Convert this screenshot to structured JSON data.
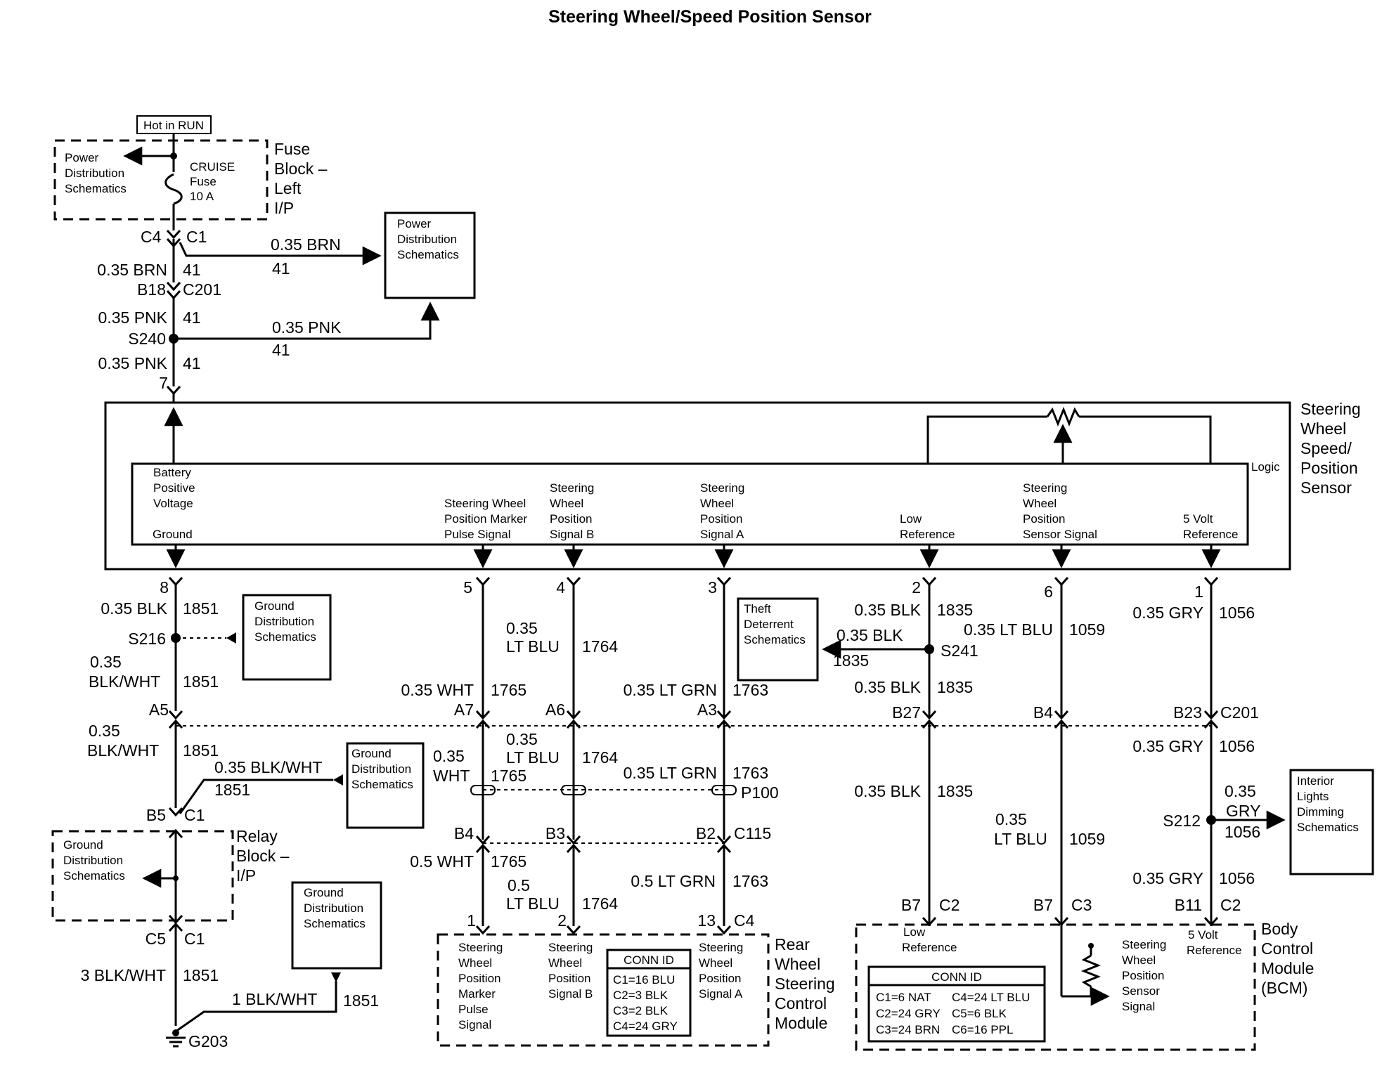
{
  "title": "Steering Wheel/Speed Position Sensor",
  "fuse_block": {
    "hot_in_run": "Hot in RUN",
    "name_lines": [
      "Fuse",
      "Block –",
      "Left",
      "I/P"
    ],
    "power_dist_lines": [
      "Power",
      "Distribution",
      "Schematics"
    ],
    "fuse_lines": [
      "CRUISE",
      "Fuse",
      "10 A"
    ],
    "conn_left": "C4",
    "conn_right": "C1"
  },
  "power_dist_box_lines": [
    "Power",
    "Distribution",
    "Schematics"
  ],
  "top_wires": {
    "w1_size": "0.35 BRN",
    "w1_circuit": "41",
    "w1_branch_size": "0.35 BRN",
    "w1_branch_circuit": "41",
    "b18": "B18",
    "c201": "C201",
    "w2_size": "0.35 PNK",
    "w2_circuit": "41",
    "splice": "S240",
    "w2_branch_size": "0.35 PNK",
    "w2_branch_circuit": "41",
    "w3_size": "0.35 PNK",
    "w3_circuit": "41",
    "pin7": "7"
  },
  "sensor": {
    "name_lines": [
      "Steering",
      "Wheel",
      "Speed/",
      "Position",
      "Sensor"
    ],
    "logic": "Logic",
    "batt_lines": [
      "Battery",
      "Positive",
      "Voltage"
    ],
    "ground": "Ground",
    "marker_lines": [
      "Steering Wheel",
      "Position Marker",
      "Pulse Signal"
    ],
    "sig_b_lines": [
      "Steering",
      "Wheel",
      "Position",
      "Signal B"
    ],
    "sig_a_lines": [
      "Steering",
      "Wheel",
      "Position",
      "Signal A"
    ],
    "low_ref_lines": [
      "Low",
      "Reference"
    ],
    "sensor_sig_lines": [
      "Steering",
      "Wheel",
      "Position",
      "Sensor Signal"
    ],
    "five_volt_lines": [
      "5 Volt",
      "Reference"
    ],
    "pins": [
      "8",
      "5",
      "4",
      "3",
      "2",
      "6",
      "1"
    ]
  },
  "ground_circuit": {
    "w1": "0.35 BLK",
    "c1": "1851",
    "splice": "S216",
    "gd1_lines": [
      "Ground",
      "Distribution",
      "Schematics"
    ],
    "w2_lines": [
      "0.35",
      "BLK/WHT"
    ],
    "c2": "1851",
    "a5": "A5",
    "w3_lines": [
      "0.35",
      "BLK/WHT"
    ],
    "c3": "1851",
    "branch_size": "0.35 BLK/WHT",
    "branch_circuit": "1851",
    "gd2_lines": [
      "Ground",
      "Distribution",
      "Schematics"
    ],
    "b5": "B5",
    "c1_conn": "C1",
    "relay_lines": [
      "Relay",
      "Block –",
      "I/P"
    ],
    "gd3_lines": [
      "Ground",
      "Distribution",
      "Schematics"
    ],
    "c5": "C5",
    "c1b": "C1",
    "w4": "3 BLK/WHT",
    "c4": "1851",
    "gd4_lines": [
      "Ground",
      "Distribution",
      "Schematics"
    ],
    "w5": "1 BLK/WHT",
    "c5_circuit": "1851",
    "g203": "G203"
  },
  "marker_wire": {
    "w1": "0.35 WHT",
    "c1": "1765",
    "a7": "A7",
    "w2_lines": [
      "0.35",
      "WHT"
    ],
    "c2": "1765",
    "b4": "B4",
    "w3": "0.5 WHT",
    "c3": "1765",
    "pin": "1"
  },
  "sig_b_wire": {
    "w1_lines": [
      "0.35",
      "LT BLU"
    ],
    "c1": "1764",
    "a6": "A6",
    "w2_lines": [
      "0.35",
      "LT BLU"
    ],
    "c2": "1764",
    "b3": "B3",
    "w3_lines": [
      "0.5",
      "LT BLU"
    ],
    "c3": "1764",
    "pin": "2"
  },
  "sig_a_wire": {
    "w1": "0.35 LT GRN",
    "c1": "1763",
    "a3": "A3",
    "w2": "0.35 LT GRN",
    "c2": "1763",
    "p100": "P100",
    "b2": "B2",
    "c115": "C115",
    "w3": "0.5 LT GRN",
    "c3": "1763",
    "pin": "13",
    "c4": "C4"
  },
  "theft_box_lines": [
    "Theft",
    "Deterrent",
    "Schematics"
  ],
  "low_ref_wire": {
    "w1": "0.35 BLK",
    "c1": "1835",
    "w_branch": "0.35 BLK",
    "c_branch": "1835",
    "splice": "S241",
    "w2": "0.35 BLK",
    "c2": "1835",
    "b27": "B27",
    "w3": "0.35 BLK",
    "c3": "1835",
    "b7": "B7",
    "c2_conn": "C2"
  },
  "sensor_sig_wire": {
    "w1": "0.35 LT BLU",
    "c1": "1059",
    "b4": "B4",
    "w2_lines": [
      "0.35",
      "LT BLU"
    ],
    "c2": "1059",
    "b7": "B7",
    "c3_conn": "C3"
  },
  "five_v_wire": {
    "w1": "0.35 GRY",
    "c1": "1056",
    "b23": "B23",
    "c201": "C201",
    "w2": "0.35 GRY",
    "c2": "1056",
    "splice": "S212",
    "branch_lines": [
      "0.35",
      "GRY"
    ],
    "branch_circuit": "1056",
    "w3": "0.35 GRY",
    "c3": "1056",
    "b11": "B11",
    "c2_conn": "C2"
  },
  "interior_box_lines": [
    "Interior",
    "Lights",
    "Dimming",
    "Schematics"
  ],
  "rwsc": {
    "name_lines": [
      "Rear",
      "Wheel",
      "Steering",
      "Control",
      "Module"
    ],
    "marker_lines": [
      "Steering",
      "Wheel",
      "Position",
      "Marker",
      "Pulse",
      "Signal"
    ],
    "sig_b_lines": [
      "Steering",
      "Wheel",
      "Position",
      "Signal B"
    ],
    "sig_a_lines": [
      "Steering",
      "Wheel",
      "Position",
      "Signal A"
    ],
    "conn_title": "CONN ID",
    "conn_lines": [
      "C1=16 BLU",
      "C2=3 BLK",
      "C3=2 BLK",
      "C4=24 GRY"
    ]
  },
  "bcm": {
    "name_lines": [
      "Body",
      "Control",
      "Module",
      "(BCM)"
    ],
    "low_ref_lines": [
      "Low",
      "Reference"
    ],
    "sensor_lines": [
      "Steering",
      "Wheel",
      "Position",
      "Sensor",
      "Signal"
    ],
    "five_v_lines": [
      "5 Volt",
      "Reference"
    ],
    "conn_title": "CONN ID",
    "conn_rows": [
      [
        "C1=6 NAT",
        "C4=24 LT BLU"
      ],
      [
        "C2=24 GRY",
        "C5=6 BLK"
      ],
      [
        "C3=24 BRN",
        "C6=16 PPL"
      ]
    ]
  }
}
